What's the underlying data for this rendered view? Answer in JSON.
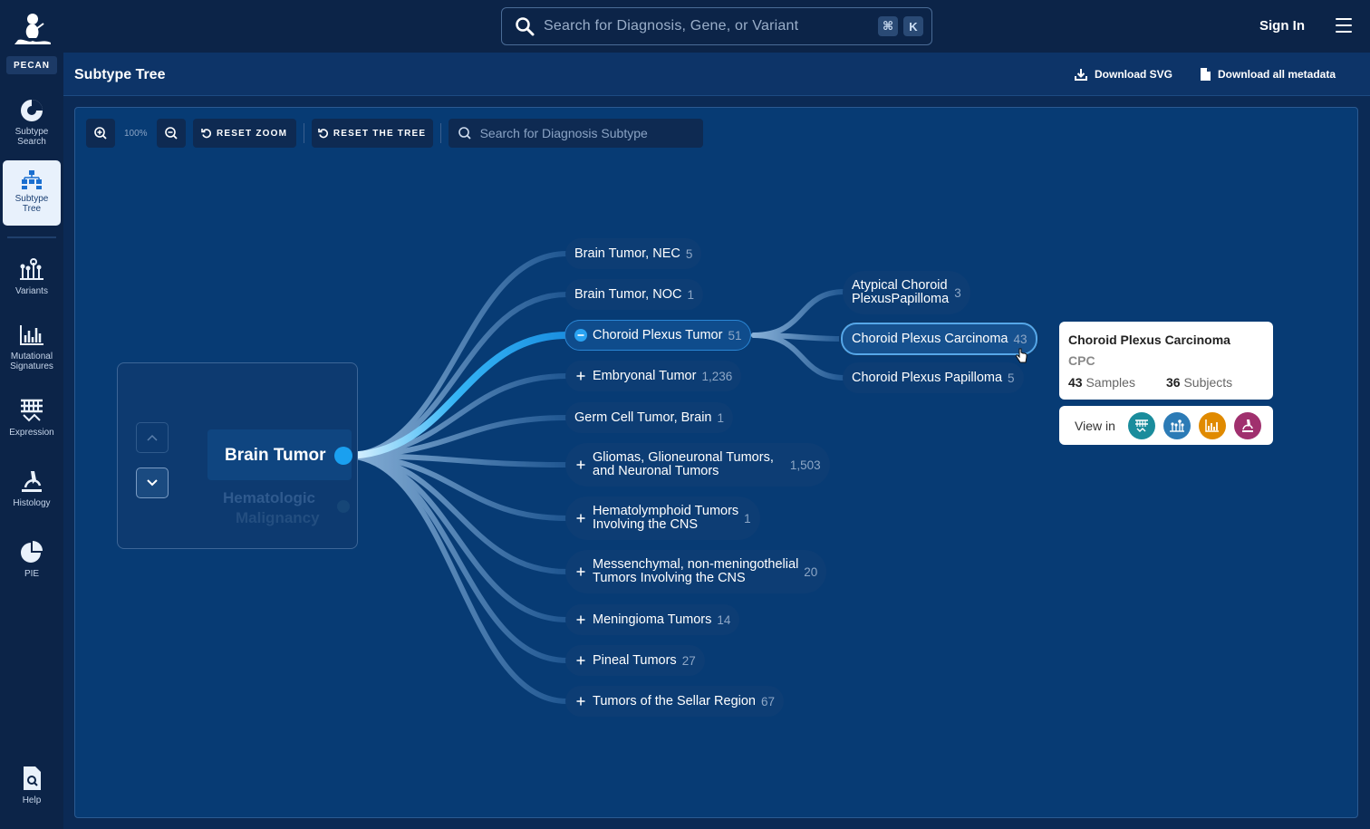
{
  "app": {
    "name": "PECAN"
  },
  "search": {
    "placeholder": "Search for Diagnosis, Gene, or Variant",
    "kbd_cmd": "⌘",
    "kbd_key": "K"
  },
  "header": {
    "sign_in": "Sign In"
  },
  "sidebar": {
    "items": [
      {
        "label1": "Subtype",
        "label2": "Search",
        "icon": "subtype-search-icon"
      },
      {
        "label1": "Subtype",
        "label2": "Tree",
        "icon": "subtype-tree-icon"
      },
      {
        "label1": "Variants",
        "label2": "",
        "icon": "variants-icon"
      },
      {
        "label1": "Mutational",
        "label2": "Signatures",
        "icon": "mutational-signatures-icon"
      },
      {
        "label1": "Expression",
        "label2": "",
        "icon": "expression-icon"
      },
      {
        "label1": "Histology",
        "label2": "",
        "icon": "histology-icon"
      },
      {
        "label1": "PIE",
        "label2": "",
        "icon": "pie-icon"
      },
      {
        "label1": "Help",
        "label2": "",
        "icon": "help-icon"
      }
    ]
  },
  "page": {
    "title": "Subtype Tree",
    "download_svg": "Download SVG",
    "download_meta": "Download all metadata"
  },
  "toolbar": {
    "zoom": "100%",
    "reset_zoom": "RESET ZOOM",
    "reset_tree": "RESET THE TREE",
    "subtype_placeholder": "Search for Diagnosis Subtype"
  },
  "tree": {
    "root": "Brain Tumor",
    "faded": [
      "Hematologic",
      "Malignancy"
    ],
    "children": [
      {
        "label": "Brain Tumor, NEC",
        "count": "5"
      },
      {
        "label": "Brain Tumor, NOC",
        "count": "1"
      },
      {
        "label": "Choroid Plexus Tumor",
        "count": "51"
      },
      {
        "label": "Embryonal Tumor",
        "count": "1,236"
      },
      {
        "label": "Germ Cell Tumor, Brain",
        "count": "1"
      },
      {
        "label1": "Gliomas, Glioneuronal Tumors,",
        "label2": "and Neuronal Tumors",
        "count": "1,503"
      },
      {
        "label1": "Hematolymphoid Tumors",
        "label2": "Involving the CNS",
        "count": "1"
      },
      {
        "label1": "Messenchymal, non-meningothelial",
        "label2": "Tumors Involving the CNS",
        "count": "20"
      },
      {
        "label": "Meningioma Tumors",
        "count": "14"
      },
      {
        "label": "Pineal Tumors",
        "count": "27"
      },
      {
        "label": "Tumors of the Sellar Region",
        "count": "67"
      }
    ],
    "grandchildren": [
      {
        "label1": "Atypical Choroid",
        "label2": "PlexusPapilloma",
        "count": "3"
      },
      {
        "label": "Choroid Plexus Carcinoma",
        "count": "43"
      },
      {
        "label": "Choroid Plexus Papilloma",
        "count": "5"
      }
    ]
  },
  "card": {
    "title": "Choroid Plexus Carcinoma",
    "abbr": "CPC",
    "samples_n": "43",
    "samples_label": "Samples",
    "subjects_n": "36",
    "subjects_label": "Subjects",
    "view_in": "View in"
  },
  "colors": {
    "accent": "#1aa0f0",
    "teal": "#1a8c9c",
    "blue": "#2c7bb6",
    "orange": "#e08a00",
    "purple": "#a0306e"
  }
}
